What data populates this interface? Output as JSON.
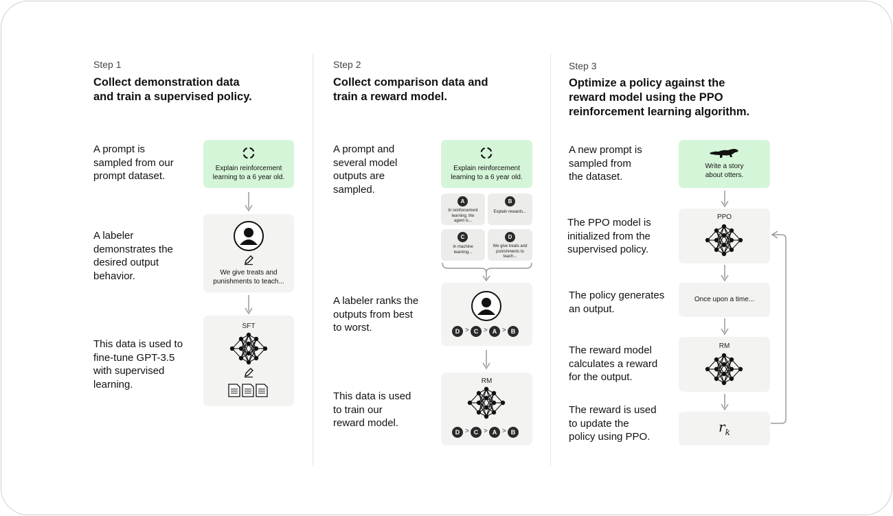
{
  "steps": [
    {
      "label": "Step 1",
      "title_lines": [
        "Collect demonstration data",
        "and train a supervised policy."
      ],
      "descriptions": [
        [
          "A prompt is",
          "sampled from our",
          "prompt dataset."
        ],
        [
          "A labeler",
          "demonstrates the",
          "desired output",
          "behavior."
        ],
        [
          "This data is used to",
          "fine-tune GPT-3.5",
          "with supervised",
          "learning."
        ]
      ],
      "prompt_card": [
        "Explain reinforcement",
        "learning to a 6 year old."
      ],
      "labeler_card": [
        "We give treats and",
        "punishments to teach..."
      ],
      "model_label": "SFT"
    },
    {
      "label": "Step 2",
      "title_lines": [
        "Collect comparison data and",
        "train a reward model."
      ],
      "descriptions": [
        [
          "A prompt and",
          "several model",
          "outputs are",
          "sampled."
        ],
        [
          "A labeler ranks the",
          "outputs from best",
          "to worst."
        ],
        [
          "This data is used",
          "to train our",
          "reward model."
        ]
      ],
      "prompt_card": [
        "Explain reinforcement",
        "learning to a 6 year old."
      ],
      "outputs": [
        {
          "id": "A",
          "text": [
            "In reinforcement",
            "learning, the",
            "agent is..."
          ]
        },
        {
          "id": "B",
          "text": [
            "Explain rewards..."
          ]
        },
        {
          "id": "C",
          "text": [
            "In machine",
            "learning..."
          ]
        },
        {
          "id": "D",
          "text": [
            "We give treats and",
            "punishments to",
            "teach..."
          ]
        }
      ],
      "ranking": [
        "D",
        "C",
        "A",
        "B"
      ],
      "ranking_sep": ">",
      "model_label": "RM"
    },
    {
      "label": "Step 3",
      "title_lines": [
        "Optimize a policy against the",
        "reward model using the PPO",
        "reinforcement learning algorithm."
      ],
      "descriptions": [
        [
          "A new prompt is",
          "sampled from",
          "the dataset."
        ],
        [
          "The PPO model is",
          "initialized from the",
          "supervised policy."
        ],
        [
          "The policy generates",
          "an output."
        ],
        [
          "The reward model",
          "calculates a reward",
          "for the output."
        ],
        [
          "The reward is used",
          "to update the",
          "policy using PPO."
        ]
      ],
      "prompt_card": [
        "Write a story",
        "about otters."
      ],
      "policy_label": "PPO",
      "output_text": "Once upon a time...",
      "reward_model_label": "RM",
      "reward_symbol": "r",
      "reward_subscript": "k"
    }
  ]
}
